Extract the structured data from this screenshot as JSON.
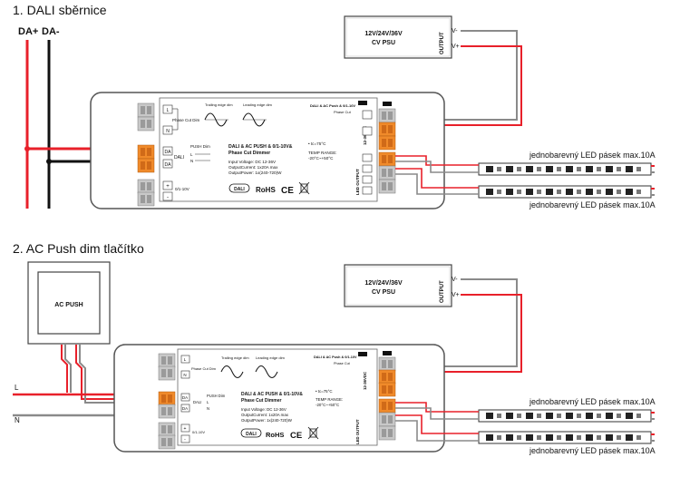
{
  "section1": {
    "title": "1. DALI sběrnice",
    "bus_plus": "DA+",
    "bus_minus": "DA-",
    "psu": {
      "line1": "12V/24V/36V",
      "line2": "CV PSU",
      "output": "OUTPUT",
      "vminus": "V-",
      "vplus": "V+"
    },
    "led_top": "jednobarevný LED pásek max.10A",
    "led_bottom": "jednobarevný LED pásek max.10A",
    "dimmer": {
      "trailing": "Trailing edge dim",
      "leading": "Leading edge dim",
      "phase_cut": "Phase Cut Dim",
      "pin_l": "L",
      "pin_n": "N",
      "pin_da1": "DA",
      "pin_da2": "DA",
      "dali_label": "DALI",
      "push_dim": "PUSH Dim",
      "push_l": "L",
      "push_n": "N",
      "pin_plus": "+",
      "pin_minus": "-",
      "v010": "0/1-10V",
      "product_line1": "DALI & AC PUSH & 0/1-10V&",
      "product_line2": "Phase Cut Dimmer",
      "spec_voltage": "Input Voltage: DC 12-36V",
      "spec_current": "OutputCurrent: 1x20A max",
      "spec_power": "OutputPower: 1x(240-720)W",
      "tc": "• tc=75°C",
      "temp_range": "TEMP RANGE:",
      "temp_values": "-20°C~+50°C",
      "switch_label": "DALI & AC Push & 0/1-10V",
      "switch_label2": "Phase Cut",
      "vdc": "12-36VDC",
      "led_output": "LED OUTPUT",
      "dali_logo": "DALI",
      "rohs": "RoHS",
      "ce": "CE"
    }
  },
  "section2": {
    "title": "2. AC Push dim tlačítko",
    "ac_push": "AC PUSH",
    "wire_l": "L",
    "wire_n": "N",
    "psu": {
      "line1": "12V/24V/36V",
      "line2": "CV PSU",
      "output": "OUTPUT",
      "vminus": "V-",
      "vplus": "V+"
    },
    "led_top": "jednobarevný LED pásek max.10A",
    "led_bottom": "jednobarevný LED pásek max.10A"
  },
  "colors": {
    "red": "#e8202a",
    "gray": "#8a8a8a",
    "black": "#111111",
    "orange": "#f08a2a"
  }
}
